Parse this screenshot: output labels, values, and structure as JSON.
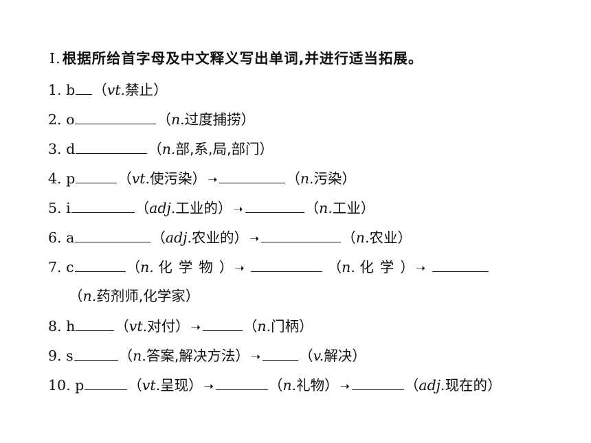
{
  "heading": {
    "numeral": "Ⅰ.",
    "text": "根据所给首字母及中文释义写出单词,并进行适当拓展。"
  },
  "items": [
    {
      "num": "1.",
      "letter": "b",
      "pos1": "vt.",
      "def1": "禁止"
    },
    {
      "num": "2.",
      "letter": "o",
      "pos1": "n.",
      "def1": "过度捕捞"
    },
    {
      "num": "3.",
      "letter": "d",
      "pos1": "n.",
      "def1": "部,系,局,部门"
    },
    {
      "num": "4.",
      "letter": "p",
      "pos1": "vt.",
      "def1": "使污染",
      "pos2": "n.",
      "def2": "污染"
    },
    {
      "num": "5.",
      "letter": "i",
      "pos1": "adj.",
      "def1": "工业的",
      "pos2": "n.",
      "def2": "工业"
    },
    {
      "num": "6.",
      "letter": "a",
      "pos1": "adj.",
      "def1": "农业的",
      "pos2": "n.",
      "def2": "农业"
    },
    {
      "num": "7.",
      "letter": "c",
      "pos1": "n.",
      "def1": "化学物",
      "pos2": "n.",
      "def2": "化学",
      "pos3": "n.",
      "def3": "药剂师,化学家"
    },
    {
      "num": "8.",
      "letter": "h",
      "pos1": "vt.",
      "def1": "对付",
      "pos2": "n.",
      "def2": "门柄"
    },
    {
      "num": "9.",
      "letter": "s",
      "pos1": "n.",
      "def1": "答案,解决方法",
      "pos2": "v.",
      "def2": "解决"
    },
    {
      "num": "10.",
      "letter": "p",
      "pos1": "vt.",
      "def1": "呈现",
      "pos2": "n.",
      "def2": "礼物",
      "pos3": "adj.",
      "def3": "现在的"
    }
  ]
}
